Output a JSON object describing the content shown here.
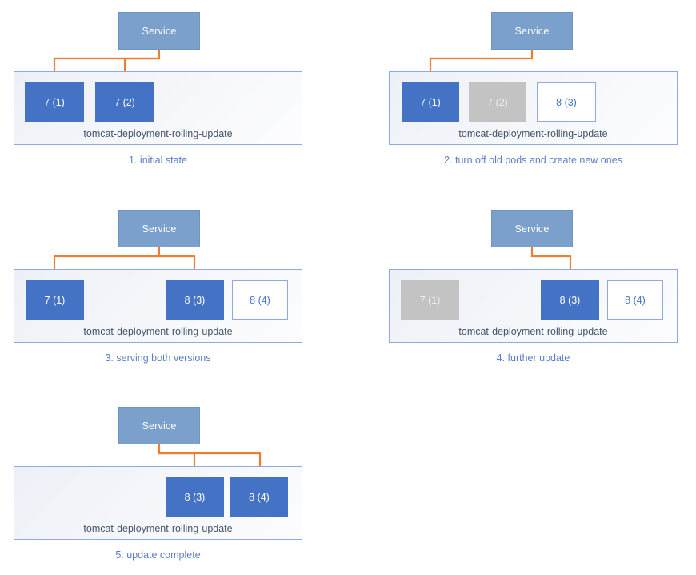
{
  "diagram": {
    "title": "Kubernetes Deployment Rolling Update",
    "colors": {
      "service_fill": "#7BA0CB",
      "pod_active": "#4472C4",
      "pod_terminating": "#C3C3C3",
      "pod_pending_border": "#8FAADC",
      "arrow": "#ED7D31",
      "container_border": "#8FAADC",
      "caption_text": "#5B7FC7",
      "deployment_label_text": "#44546A"
    },
    "service_label": "Service",
    "deployment_name": "tomcat-deployment-rolling-update",
    "panels": [
      {
        "id": "panel-1",
        "caption": "1. initial state",
        "service": "Service",
        "deployment": "tomcat-deployment-rolling-update",
        "pods": [
          {
            "label": "7 (1)",
            "state": "active"
          },
          {
            "label": "7 (2)",
            "state": "active"
          }
        ],
        "arrow_targets": [
          "7 (1)",
          "7 (2)"
        ]
      },
      {
        "id": "panel-2",
        "caption": "2. turn off old pods and create new ones",
        "service": "Service",
        "deployment": "tomcat-deployment-rolling-update",
        "pods": [
          {
            "label": "7 (1)",
            "state": "active"
          },
          {
            "label": "7 (2)",
            "state": "terminating"
          },
          {
            "label": "8 (3)",
            "state": "pending"
          }
        ],
        "arrow_targets": [
          "7 (1)"
        ]
      },
      {
        "id": "panel-3",
        "caption": "3. serving both versions",
        "service": "Service",
        "deployment": "tomcat-deployment-rolling-update",
        "pods": [
          {
            "label": "7 (1)",
            "state": "active"
          },
          {
            "label": "8 (3)",
            "state": "active"
          },
          {
            "label": "8 (4)",
            "state": "pending"
          }
        ],
        "arrow_targets": [
          "7 (1)",
          "8 (3)"
        ]
      },
      {
        "id": "panel-4",
        "caption": "4. further update",
        "service": "Service",
        "deployment": "tomcat-deployment-rolling-update",
        "pods": [
          {
            "label": "7 (1)",
            "state": "terminating"
          },
          {
            "label": "8 (3)",
            "state": "active"
          },
          {
            "label": "8 (4)",
            "state": "pending"
          }
        ],
        "arrow_targets": [
          "8 (3)"
        ]
      },
      {
        "id": "panel-5",
        "caption": "5. update complete",
        "service": "Service",
        "deployment": "tomcat-deployment-rolling-update",
        "pods": [
          {
            "label": "8 (3)",
            "state": "active"
          },
          {
            "label": "8 (4)",
            "state": "active"
          }
        ],
        "arrow_targets": [
          "8 (3)",
          "8 (4)"
        ]
      }
    ]
  }
}
